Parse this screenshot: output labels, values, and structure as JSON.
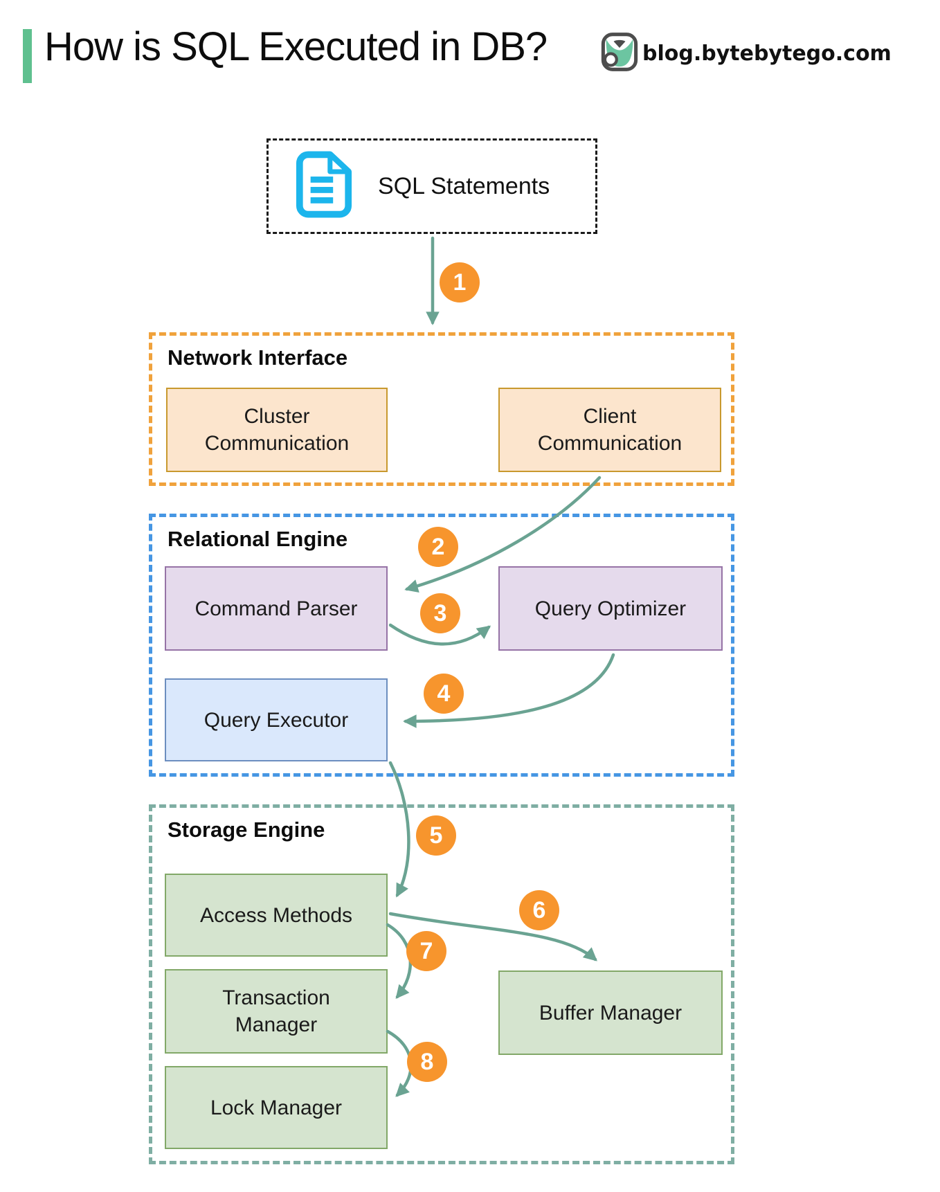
{
  "header": {
    "title": "How is SQL Executed in DB?",
    "brand": "blog.bytebytego.com"
  },
  "sql_source": {
    "label": "SQL Statements",
    "icon": "document-icon"
  },
  "sections": {
    "network": {
      "title": "Network Interface",
      "nodes": {
        "cluster": {
          "label": "Cluster Communication"
        },
        "client": {
          "label": "Client Communication"
        }
      }
    },
    "relational": {
      "title": "Relational Engine",
      "nodes": {
        "parser": {
          "label": "Command Parser"
        },
        "optimizer": {
          "label": "Query Optimizer"
        },
        "executor": {
          "label": "Query Executor"
        }
      }
    },
    "storage": {
      "title": "Storage Engine",
      "nodes": {
        "access": {
          "label": "Access Methods"
        },
        "transaction": {
          "label": "Transaction Manager"
        },
        "lock": {
          "label": "Lock Manager"
        },
        "buffer": {
          "label": "Buffer Manager"
        }
      }
    }
  },
  "steps": [
    {
      "n": "1",
      "from": "SQL Statements",
      "to": "Network Interface"
    },
    {
      "n": "2",
      "from": "Client Communication",
      "to": "Command Parser"
    },
    {
      "n": "3",
      "from": "Command Parser",
      "to": "Query Optimizer"
    },
    {
      "n": "4",
      "from": "Query Optimizer",
      "to": "Query Executor"
    },
    {
      "n": "5",
      "from": "Query Executor",
      "to": "Access Methods"
    },
    {
      "n": "6",
      "from": "Access Methods",
      "to": "Buffer Manager"
    },
    {
      "n": "7",
      "from": "Access Methods",
      "to": "Transaction Manager"
    },
    {
      "n": "8",
      "from": "Transaction Manager",
      "to": "Lock Manager"
    }
  ],
  "colors": {
    "accent_bar": "#5FC08F",
    "arrow": "#6AA392",
    "step_badge": "#F7952D",
    "network_border": "#F0A23C",
    "network_node_fill": "#FCE5CD",
    "network_node_border": "#C8992E",
    "relational_border": "#4696E3",
    "purple_node_fill": "#E5DAEC",
    "purple_node_border": "#9673A6",
    "blue_node_fill": "#DAE8FC",
    "blue_node_border": "#6C8EBF",
    "storage_border": "#7FAEA3",
    "green_node_fill": "#D5E4CF",
    "green_node_border": "#82A868",
    "document_icon": "#1CB5EC"
  }
}
